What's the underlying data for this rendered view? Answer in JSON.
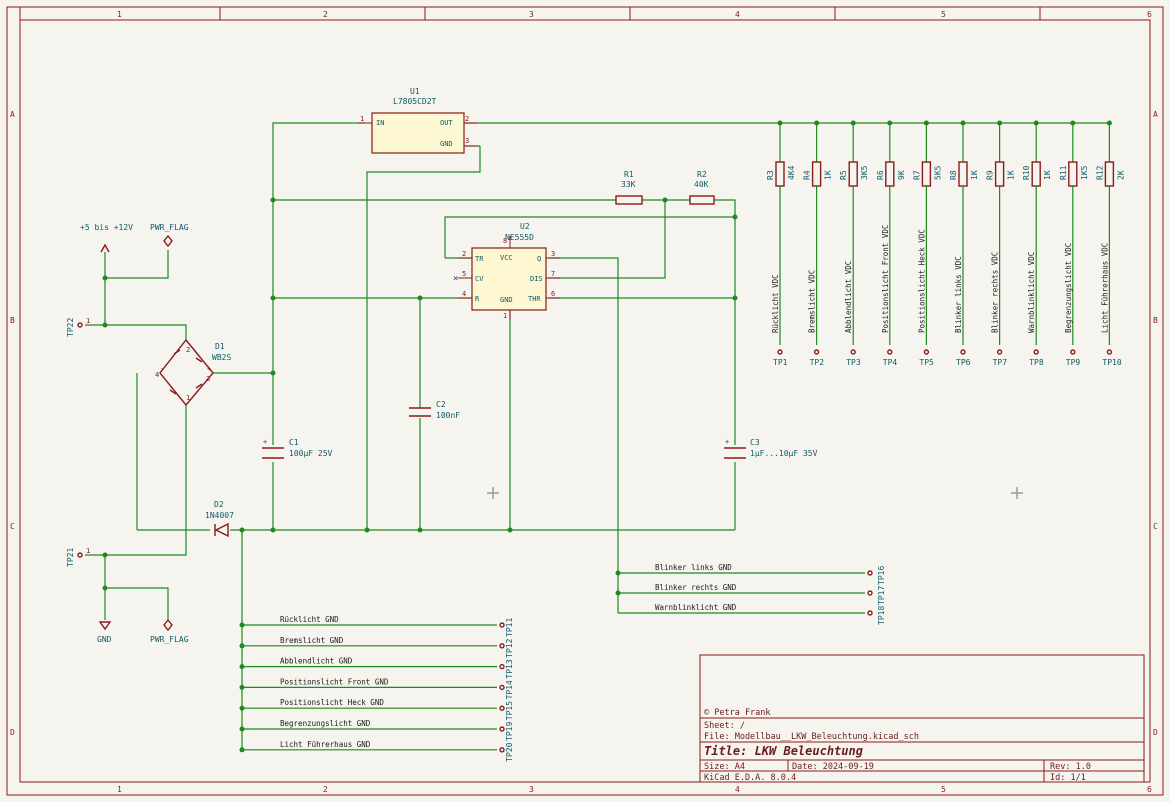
{
  "title_block": {
    "copyright": "© Petra Frank",
    "sheet": "Sheet: /",
    "file": "File: Modellbau__LKW_Beleuchtung.kicad_sch",
    "title": "Title: LKW Beleuchtung",
    "size": "Size: A4",
    "date": "Date: 2024-09-19",
    "rev": "Rev: 1.0",
    "tool": "KiCad E.D.A. 8.0.4",
    "id": "Id: 1/1"
  },
  "ruler": {
    "cols": [
      "1",
      "2",
      "3",
      "4",
      "5",
      "6"
    ],
    "rows": [
      "A",
      "B",
      "C",
      "D"
    ]
  },
  "components": {
    "u1": {
      "ref": "U1",
      "value": "L7805CD2T",
      "pin_in": "IN",
      "pin_out": "OUT",
      "pin_gnd": "GND",
      "n1": "1",
      "n2": "2",
      "n3": "3"
    },
    "u2": {
      "ref": "U2",
      "value": "NE555D",
      "tr": "TR",
      "cv": "CV",
      "r": "R",
      "vcc": "VCC",
      "gnd": "GND",
      "q": "Q",
      "dis": "DIS",
      "thr": "THR",
      "n2": "2",
      "n5": "5",
      "n4": "4",
      "n3": "3",
      "n7": "7",
      "n6": "6",
      "n8": "8",
      "n1": "1"
    },
    "r1": {
      "ref": "R1",
      "value": "33K"
    },
    "r2": {
      "ref": "R2",
      "value": "40K"
    },
    "c1": {
      "ref": "C1",
      "value": "100µF 25V"
    },
    "c2": {
      "ref": "C2",
      "value": "100nF"
    },
    "c3": {
      "ref": "C3",
      "value": "1µF...10µF 35V"
    },
    "d1": {
      "ref": "D1",
      "value": "WB2S"
    },
    "d2": {
      "ref": "D2",
      "value": "1N4007"
    },
    "pwr1": {
      "label": "+5 bis +12V"
    },
    "flag1": {
      "label": "PWR_FLAG"
    },
    "flag2": {
      "label": "PWR_FLAG"
    },
    "gnd": {
      "label": "GND"
    },
    "tp22": {
      "ref": "TP22"
    },
    "tp21": {
      "ref": "TP21"
    }
  },
  "top_resistors": [
    {
      "ref": "R3",
      "value": "4K4",
      "net": "Rücklicht VDC",
      "tp": "TP1"
    },
    {
      "ref": "R4",
      "value": "1K",
      "net": "Bremslicht VDC",
      "tp": "TP2"
    },
    {
      "ref": "R5",
      "value": "3K5",
      "net": "Abblendlicht VDC",
      "tp": "TP3"
    },
    {
      "ref": "R6",
      "value": "9K",
      "net": "Positionslicht Front VDC",
      "tp": "TP4"
    },
    {
      "ref": "R7",
      "value": "5K5",
      "net": "Positionslicht Heck VDC",
      "tp": "TP5"
    },
    {
      "ref": "R8",
      "value": "1K",
      "net": "Blinker links VDC",
      "tp": "TP6"
    },
    {
      "ref": "R9",
      "value": "1K",
      "net": "Blinker rechts VDC",
      "tp": "TP7"
    },
    {
      "ref": "R10",
      "value": "1K",
      "net": "Warnblinklicht VDC",
      "tp": "TP8"
    },
    {
      "ref": "R11",
      "value": "1K5",
      "net": "Begrenzungslicht VDC",
      "tp": "TP9"
    },
    {
      "ref": "R12",
      "value": "2K",
      "net": "Licht Führerhaus VDC",
      "tp": "TP10"
    }
  ],
  "gnd_nets": [
    {
      "net": "Rücklicht GND",
      "tp": "TP11"
    },
    {
      "net": "Bremslicht GND",
      "tp": "TP12"
    },
    {
      "net": "Abblendlicht GND",
      "tp": "TP13"
    },
    {
      "net": "Positionslicht Front GND",
      "tp": "TP14"
    },
    {
      "net": "Positionslicht Heck GND",
      "tp": "TP15"
    },
    {
      "net": "Begrenzungslicht GND",
      "tp": "TP19"
    },
    {
      "net": "Licht Führerhaus GND",
      "tp": "TP20"
    }
  ],
  "blink_nets": [
    {
      "net": "Blinker links GND",
      "tp": "TP16"
    },
    {
      "net": "Blinker rechts GND",
      "tp": "TP17"
    },
    {
      "net": "Warnblinklicht GND",
      "tp": "TP18"
    }
  ],
  "colors": {
    "frame": "#8b1a1a",
    "wire": "#1f8a1f",
    "body": "#fdf7d2",
    "ref": "#0f5a6a"
  }
}
